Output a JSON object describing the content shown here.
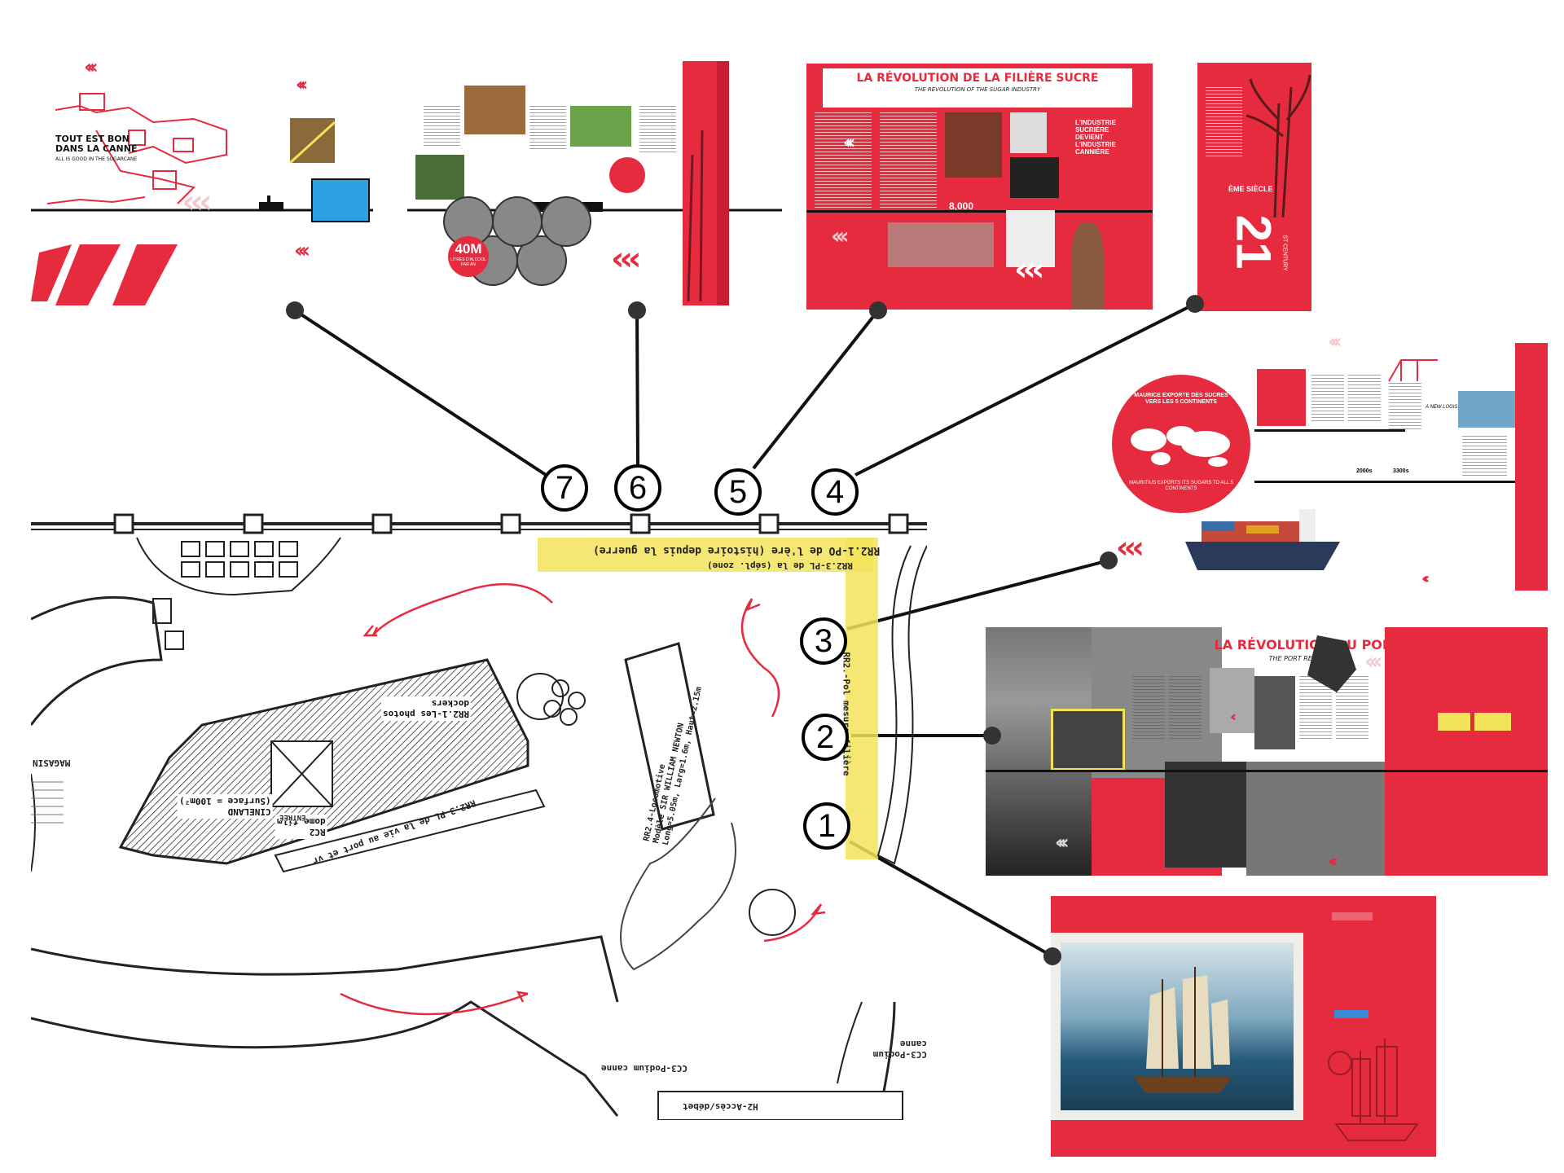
{
  "colors": {
    "accent": "#e62b3f",
    "highlight": "#f2e35a",
    "ink": "#111111"
  },
  "markers": [
    "7",
    "6",
    "5",
    "4",
    "3",
    "2",
    "1"
  ],
  "panel7": {
    "heading_line1": "TOUT EST BON",
    "heading_line2": "DANS LA CANNE",
    "subtitle": "ALL IS GOOD IN THE SUGARCANE"
  },
  "panel6": {
    "barrel_value": "40M",
    "barrel_text": "LITRES D'ALCOOL PAR AN"
  },
  "panel5": {
    "title": "LA RÉVOLUTION DE LA FILIÈRE SUCRE",
    "subtitle": "THE REVOLUTION OF THE SUGAR INDUSTRY",
    "callout": "L'INDUSTRIE SUCRIÈRE DEVIENT L'INDUSTRIE CANNIÈRE",
    "stat": "8,000"
  },
  "panel4": {
    "century_number": "21",
    "century_label": "ÈME SIÈCLE",
    "century_en": "ST CENTURY"
  },
  "panel3": {
    "circle_title": "MAURICE EXPORTE DES SUCRES VERS LES 5 CONTINENTS",
    "circle_en": "MAURITIUS EXPORTS ITS SUGARS TO ALL 5 CONTINENTS",
    "year1": "2000s",
    "year2": "3300s",
    "logistic": "A NEW LOGISTIC"
  },
  "panel2": {
    "title": "LA RÉVOLUTION DU PORT",
    "subtitle": "THE PORT REVOLUTION"
  },
  "plan": {
    "label_top1": "RR2.1-PO de l'ère (histoire depuis la guerre)",
    "label_top2": "RR2.3-PL de la (sépl. zone)",
    "label_side": "RR2.-Pol mesure filière",
    "label_ship1": "RR2.4-Locomotive",
    "label_ship2": "Modèle SIR WILLIAM NEWTON",
    "label_ship3": "Long=5.05m, Larg=1.6m, Haut=2.15m",
    "label_photos1": "RR2.1-Les photos",
    "label_photos2": "dockers",
    "label_film1": "RC2",
    "label_film2": "dome film",
    "label_port": "RR2.3-PL de la vie au port et vr",
    "label_cinema": "CINELAND",
    "label_cinema2": "(Surface = 100m²)",
    "label_entry": "ENTRÉE",
    "label_magasin": "MAGASIN",
    "label_podium1": "CC3-Podium canne",
    "label_podium2": "CC3-Podium canne",
    "label_bottom": "H2-Accès/débet"
  }
}
